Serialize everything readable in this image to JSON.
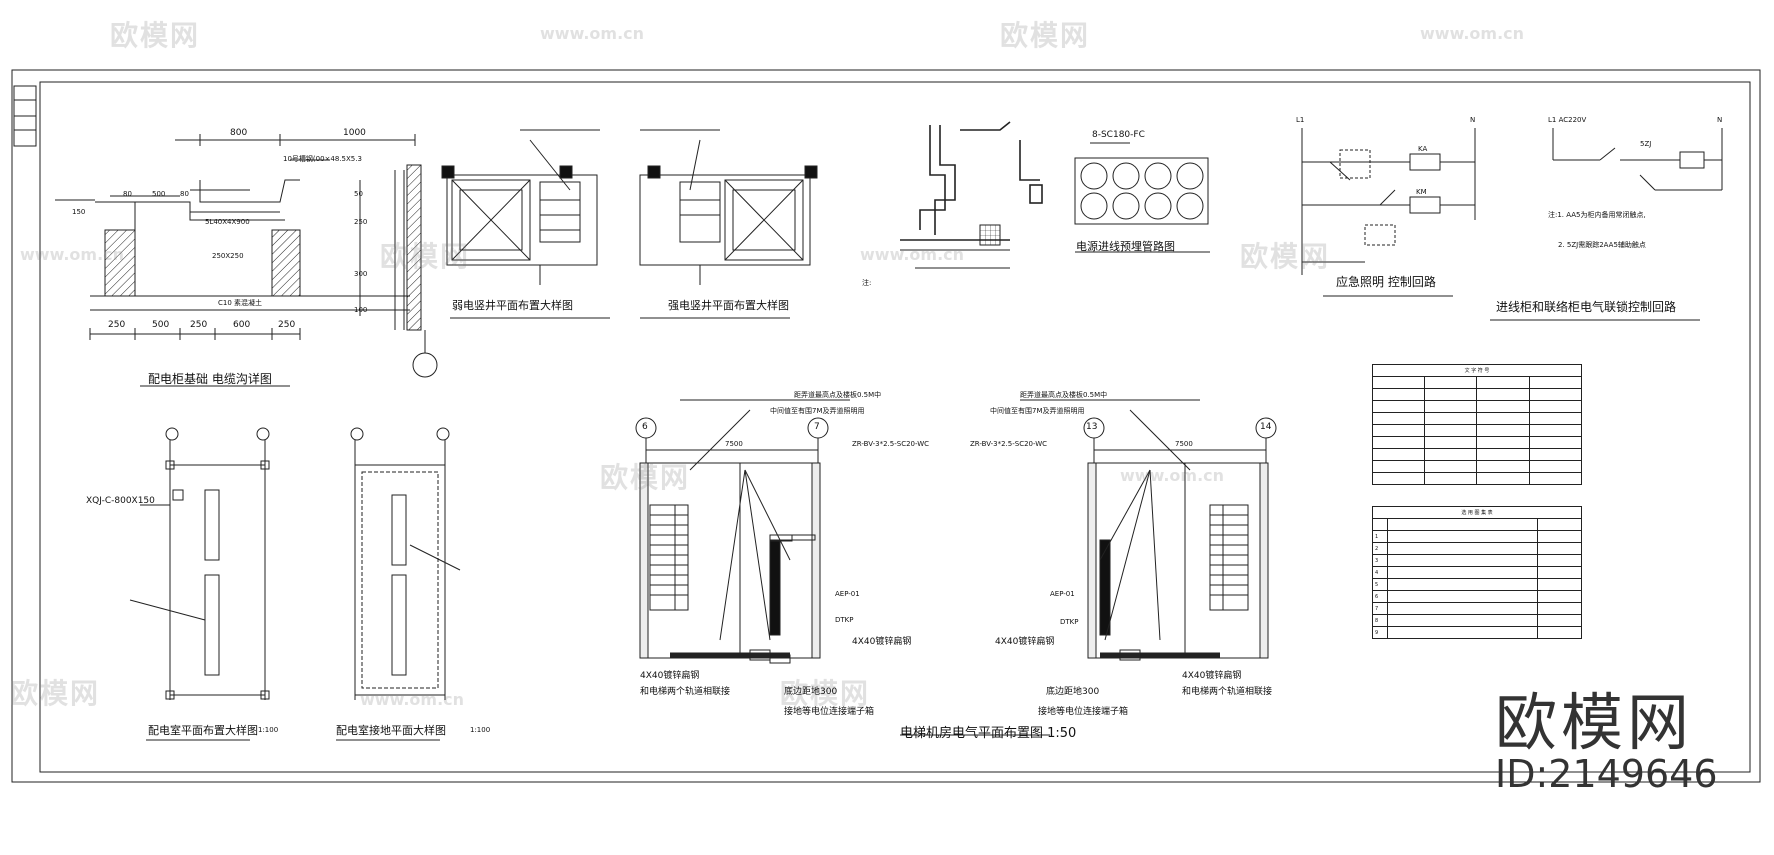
{
  "watermark": {
    "text": "欧模网",
    "url": "www.om.cn",
    "brand": "欧模网",
    "id": "ID:2149646"
  },
  "drawings": {
    "cable_trench": {
      "title": "配电柜基础 电缆沟详图",
      "dims_top": [
        "800",
        "1000"
      ],
      "dims_bottom": [
        "250",
        "500",
        "250",
        "600",
        "250"
      ],
      "dims_inner": [
        "80",
        "500",
        "80"
      ],
      "dims_right": [
        "50",
        "250",
        "300",
        "100"
      ],
      "bar_note": "10号槽钢(00×48.5X5.3",
      "angle_note": "5L40X4X900",
      "base_note": "C10 素混凝土",
      "size_note": "250X250",
      "side_left": "150"
    },
    "weak_shaft": {
      "title": "弱电竖井平面布置大样图"
    },
    "strong_shaft": {
      "title": "强电竖井平面布置大样图"
    },
    "grounding_note": {
      "title": "注:"
    },
    "cable_pipes": {
      "title": "电源进线预埋管路图",
      "code": "8-SC180-FC"
    },
    "emergency": {
      "title": "应急照明    控制回路",
      "l1": "L1",
      "n": "N",
      "ka": "KA",
      "km": "KM"
    },
    "feeder_control": {
      "title": "进线柜和联络柜电气联锁控制回路",
      "l1": "L1 AC220V",
      "n": "N",
      "relay": "5ZJ",
      "note1": "注:1. AA5为柜内备用常闭触点,",
      "note2": "2. 5ZJ需跟踪2AA5辅助触点"
    },
    "legend_table": {
      "title": "文 字 符 号"
    },
    "standards_table": {
      "title": "选 用 图 集 表",
      "rows": [
        "1",
        "2",
        "3",
        "4",
        "5",
        "6",
        "7",
        "8",
        "9"
      ]
    },
    "distribution_room": {
      "title": "配电室平面布置大样图",
      "cabinet_code": "XQJ-C-800X150",
      "scale": "1:100"
    },
    "grounding_plan": {
      "title": "配电室接地平面大样图",
      "scale": "1:100"
    },
    "elevator_room": {
      "title": "电梯机房电气平面布置图 1:50",
      "axis_left": [
        "6",
        "7"
      ],
      "axis_right": [
        "13",
        "14"
      ],
      "dim": "7500",
      "cable_a": "ZR-BV-3*2.5-SC20-WC",
      "cable_b": "ZR-BV-3*2.5-SC20-WC",
      "note_top": "距弄道最高点及楼板0.5M中",
      "note_mid": "中间值至有围7M及弄道照明用",
      "aep": "AEP-01",
      "dtkp": "DTKP",
      "flat_steel": "4X40镀锌扁钢",
      "ground_height": "底边距地300",
      "guide_rail": "和电梯两个轨道相联接",
      "equi_box": "接地等电位连接端子箱"
    }
  }
}
